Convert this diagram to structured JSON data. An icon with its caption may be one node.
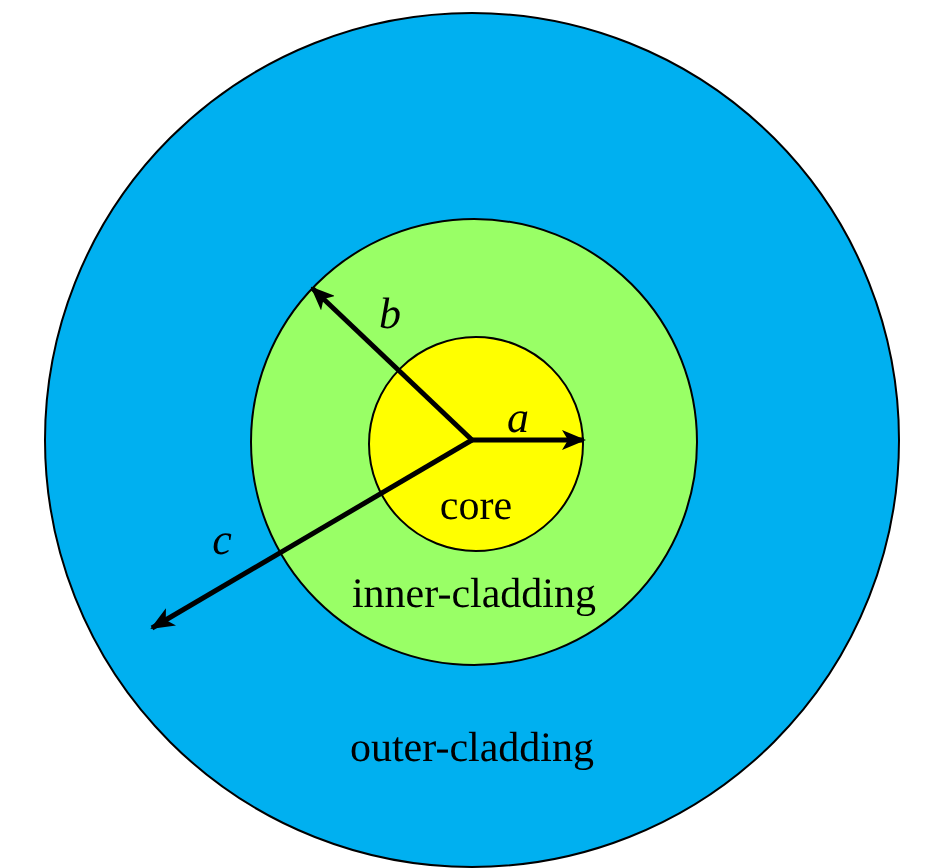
{
  "diagram": {
    "nodes": [
      {
        "text": [
          "outer-cladding"
        ]
      },
      {
        "text": [
          "inner-cladding"
        ],
        "in": 0
      },
      {
        "text": [
          "core"
        ],
        "in": 1
      }
    ],
    "labels": [
      "b",
      "a",
      "c"
    ]
  }
}
